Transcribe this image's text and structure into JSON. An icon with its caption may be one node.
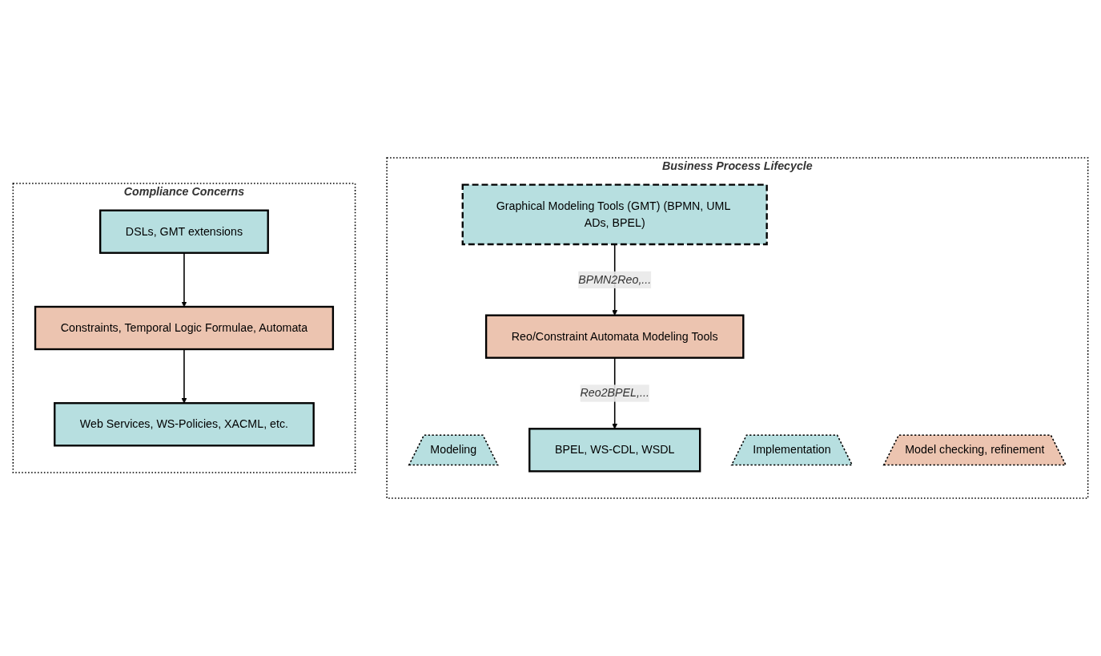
{
  "diagram": {
    "nodes": [
      {
        "text": [
          "Business Process Lifecycle"
        ]
      },
      {
        "text": [
          "Modeling"
        ],
        "in": 0
      },
      {
        "text": [
          "Implementation"
        ],
        "in": 0
      },
      {
        "text": [
          "Model checking, refinement"
        ],
        "in": 0
      },
      {
        "text": [
          "Graphical Modeling Tools (GMT) (BPMN, UML ADs, BPEL)"
        ],
        "in": 0
      },
      {
        "text": [
          "Reo/Constraint Automata Modeling Tools"
        ],
        "in": 0
      },
      {
        "text": [
          "BPEL, WS-CDL, WSDL"
        ],
        "in": 0
      },
      {
        "text": [
          "Compliance Concerns"
        ]
      },
      {
        "text": [
          "DSLs, GMT extensions"
        ],
        "in": 7
      },
      {
        "text": [
          "Constraints, Temporal Logic Formulae, Automata"
        ],
        "in": 7
      },
      {
        "text": [
          "Web Services, WS-Policies, XACML, etc."
        ],
        "in": 7
      }
    ],
    "edges": [
      {
        "from": 4,
        "to": 5,
        "arrow": "to",
        "label": "BPMN2Reo,..."
      },
      {
        "from": 5,
        "to": 6,
        "arrow": "to",
        "label": "Reo2BPEL,..."
      },
      {
        "from": 8,
        "to": 9,
        "arrow": "to"
      },
      {
        "from": 9,
        "to": 10,
        "arrow": "to"
      }
    ]
  }
}
